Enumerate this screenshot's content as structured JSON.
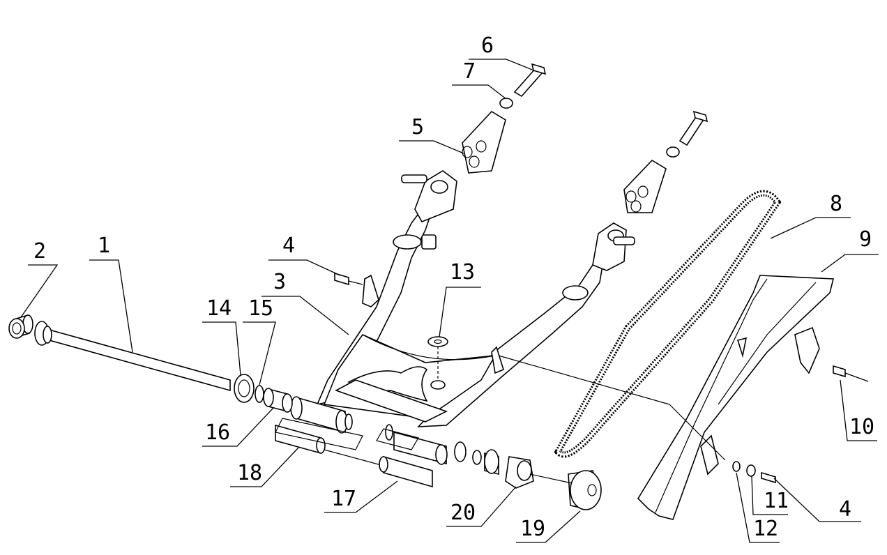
{
  "diagram": {
    "parts": [
      {
        "id": "p1",
        "number": "1"
      },
      {
        "id": "p2",
        "number": "2"
      },
      {
        "id": "p3",
        "number": "3"
      },
      {
        "id": "p4a",
        "number": "4"
      },
      {
        "id": "p4b",
        "number": "4"
      },
      {
        "id": "p5",
        "number": "5"
      },
      {
        "id": "p6",
        "number": "6"
      },
      {
        "id": "p7",
        "number": "7"
      },
      {
        "id": "p8",
        "number": "8"
      },
      {
        "id": "p9",
        "number": "9"
      },
      {
        "id": "p10",
        "number": "10"
      },
      {
        "id": "p11",
        "number": "11"
      },
      {
        "id": "p12",
        "number": "12"
      },
      {
        "id": "p13",
        "number": "13"
      },
      {
        "id": "p14",
        "number": "14"
      },
      {
        "id": "p15",
        "number": "15"
      },
      {
        "id": "p16",
        "number": "16"
      },
      {
        "id": "p17",
        "number": "17"
      },
      {
        "id": "p18",
        "number": "18"
      },
      {
        "id": "p19",
        "number": "19"
      },
      {
        "id": "p20",
        "number": "20"
      }
    ]
  }
}
